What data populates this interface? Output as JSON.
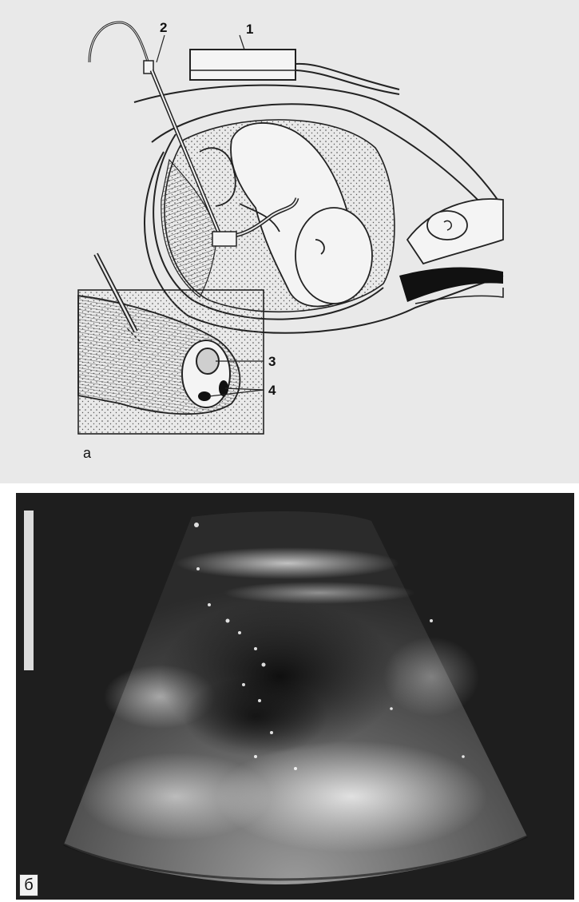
{
  "panel_a": {
    "callouts": [
      "1",
      "2",
      "3",
      "4"
    ],
    "caption": "а"
  },
  "panel_b": {
    "caption": "б"
  }
}
